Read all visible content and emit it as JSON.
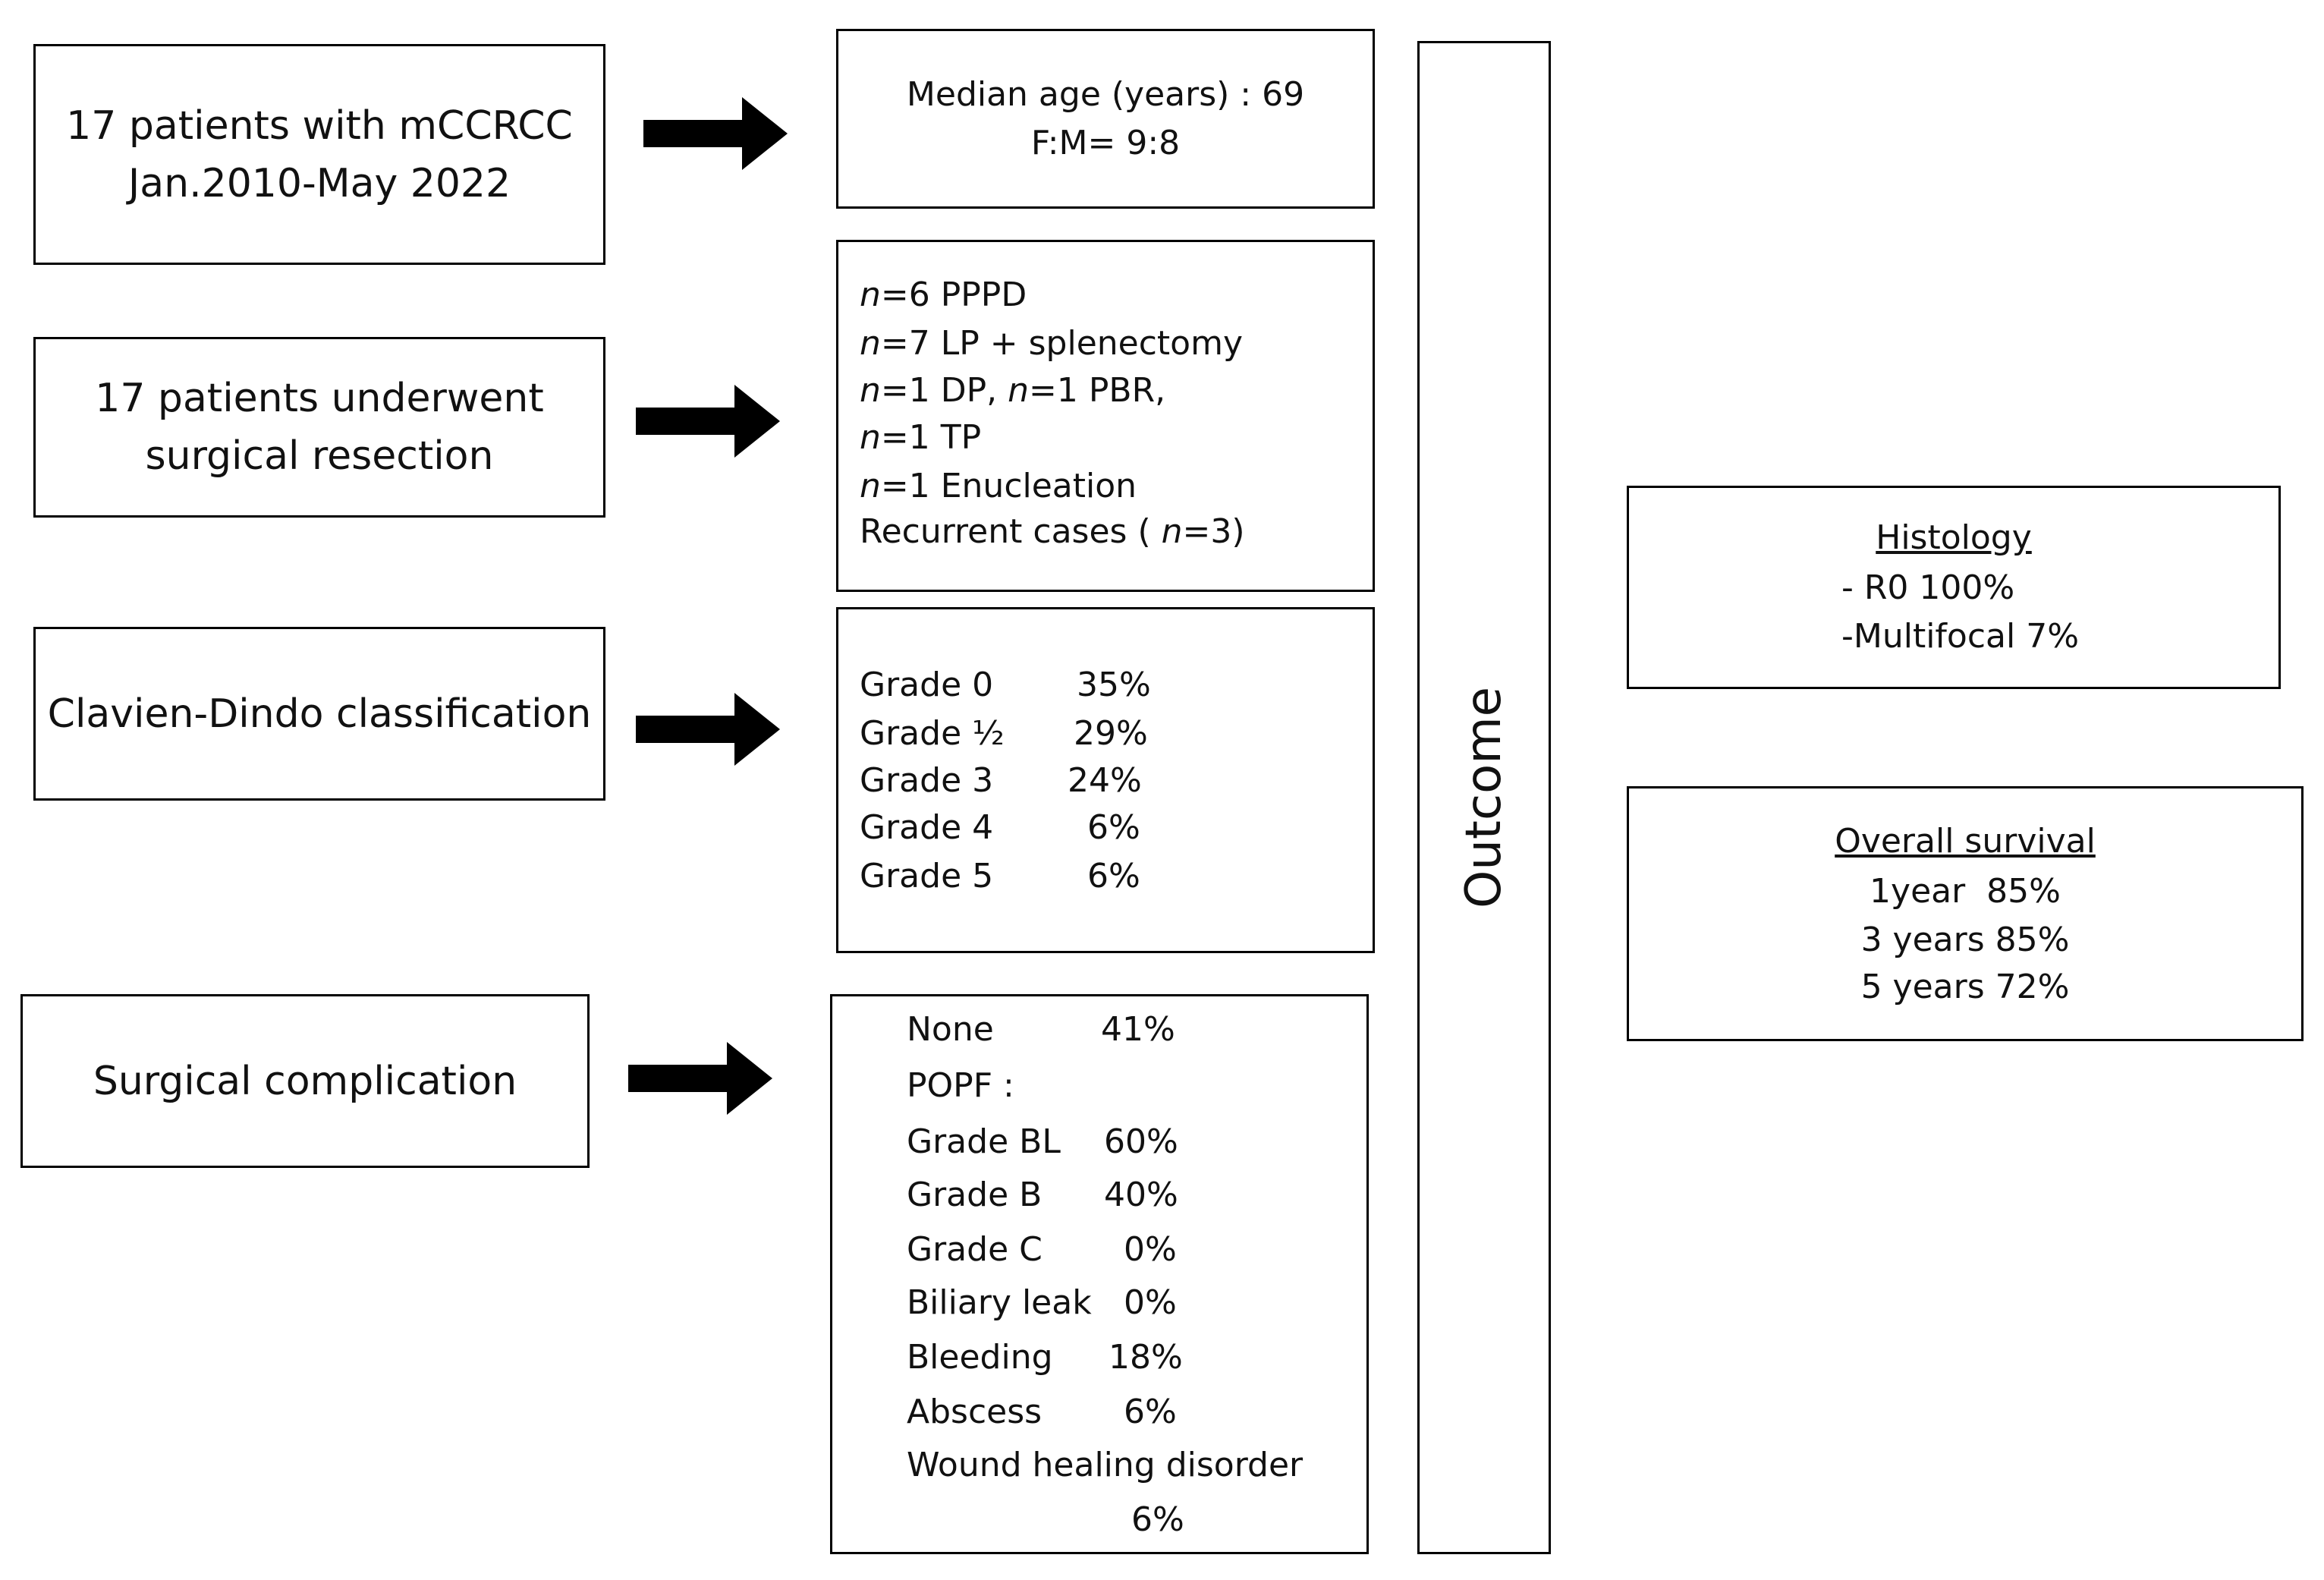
{
  "left_boxes": {
    "patients": [
      "17 patients with mCCRCC",
      "Jan.2010-May 2022"
    ],
    "resection": [
      "17 patients underwent",
      "surgical resection"
    ],
    "clavien": "Clavien-Dindo classification",
    "complication": "Surgical complication"
  },
  "demographics": [
    "Median age (years) : 69",
    "F:M= 9:8"
  ],
  "procedures": {
    "n": "n",
    "l1": "=6 PPPD",
    "l2": "=7 LP + splenectomy",
    "l3a": "=1 DP, ",
    "l3b": "=1 PBR,",
    "l4": "=1 TP",
    "l5": "=1 Enucleation",
    "l6a": "Recurrent cases ( ",
    "l6b": "=3)"
  },
  "clavien_grades": [
    {
      "label": "Grade 0",
      "value": "35%"
    },
    {
      "label": "Grade ½",
      "value": "29%"
    },
    {
      "label": "Grade 3",
      "value": "24%"
    },
    {
      "label": "Grade 4",
      "value": "6%"
    },
    {
      "label": "Grade 5",
      "value": "6%"
    }
  ],
  "complications": {
    "none": {
      "label": "None",
      "value": "41%"
    },
    "popf": "POPF :",
    "popf_grades": [
      {
        "label": "Grade BL",
        "value": "60%"
      },
      {
        "label": "Grade B",
        "value": "40%"
      },
      {
        "label": "Grade C",
        "value": "0%"
      }
    ],
    "others": [
      {
        "label": "Biliary leak",
        "value": "0%"
      },
      {
        "label": "Bleeding",
        "value": "18%"
      },
      {
        "label": "Abscess",
        "value": "6%"
      }
    ],
    "wound": {
      "label": "Wound healing disorder",
      "value": "6%"
    }
  },
  "outcome": "Outcome",
  "histology": {
    "title": "Histology",
    "items": [
      "- R0 100%",
      "-Multifocal 7%"
    ]
  },
  "survival": {
    "title": "Overall survival",
    "items": [
      "1year  85%",
      "3 years 85%",
      "5 years 72%"
    ]
  }
}
